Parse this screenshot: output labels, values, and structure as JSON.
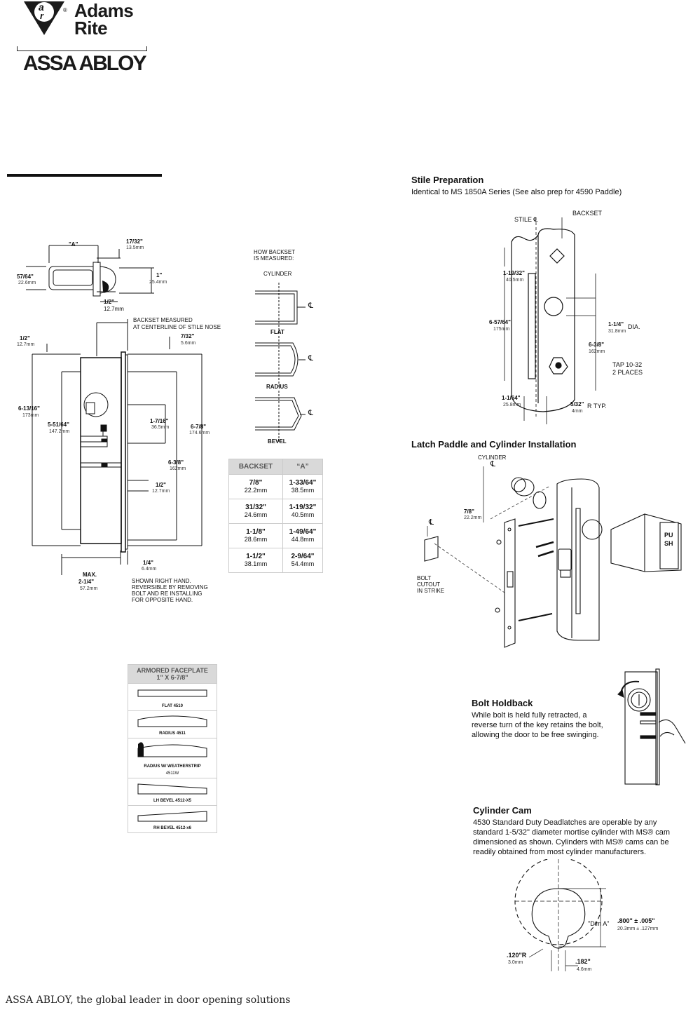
{
  "header": {
    "brand_line1": "Adams",
    "brand_line2": "Rite",
    "registered": "®",
    "company": "ASSA ABLOY",
    "mark_top": "a",
    "mark_bottom": "r"
  },
  "dimensions": {
    "a_label": "\"A\"",
    "top_17_32": "17/32\"",
    "top_13_5": "13.5mm",
    "left_57_64": "57/64\"",
    "left_22_6": "22.6mm",
    "one_in": "1\"",
    "one_mm": "25.4mm",
    "half_in": "1/2\"",
    "half_mm": "12.7mm",
    "backset_note1": "BACKSET MEASURED",
    "backset_note2": "AT CENTERLINE OF STILE NOSE",
    "d7_32": "7/32\"",
    "d7_32mm": "5.6mm",
    "d1_2": "1/2\"",
    "d1_2mm": "12.7mm",
    "d6_13_16": "6-13/16\"",
    "d6_13_16mm": "173mm",
    "d5_51_64": "5-51/64\"",
    "d5_51_64mm": "147.2mm",
    "d1_7_16": "1-7/16\"",
    "d1_7_16mm": "36.5mm",
    "d6_7_8": "6-7/8\"",
    "d6_7_8mm": "174.6mm",
    "d6_3_8": "6-3/8\"",
    "d6_3_8mm": "162mm",
    "d1_2b": "1/2\"",
    "d1_2bmm": "12.7mm",
    "d1_4": "1/4\"",
    "d1_4mm": "6.4mm",
    "max": "MAX.",
    "d2_1_4": "2-1/4\"",
    "d2_1_4mm": "57.2mm",
    "hand1": "SHOWN RIGHT HAND.",
    "hand2": "REVERSIBLE BY REMOVING",
    "hand3": "BOLT AND RE INSTALLING",
    "hand4": "FOR OPPOSITE HAND."
  },
  "how_backset": {
    "title1": "HOW BACKSET",
    "title2": "IS MEASURED:",
    "cylinder": "CYLINDER",
    "cl": "℄",
    "flat": "FLAT",
    "radius": "RADIUS",
    "bevel": "BEVEL"
  },
  "backset_table": {
    "headers": [
      "BACKSET",
      "“A”"
    ],
    "rows": [
      {
        "b": "7/8\"",
        "bmm": "22.2mm",
        "a": "1-33/64\"",
        "amm": "38.5mm"
      },
      {
        "b": "31/32\"",
        "bmm": "24.6mm",
        "a": "1-19/32\"",
        "amm": "40.5mm"
      },
      {
        "b": "1-1/8\"",
        "bmm": "28.6mm",
        "a": "1-49/64\"",
        "amm": "44.8mm"
      },
      {
        "b": "1-1/2\"",
        "bmm": "38.1mm",
        "a": "2-9/64\"",
        "amm": "54.4mm"
      }
    ]
  },
  "faceplate": {
    "title1": "ARMORED FACEPLATE",
    "title2": "1\" X 6-7/8\"",
    "items": [
      "FLAT 4510",
      "RADIUS 4511",
      "RADIUS W/ WEATHERSTRIP",
      "LH BEVEL 4512-X5",
      "RH BEVEL 4512-x6"
    ],
    "item3_sub": "4511W"
  },
  "stile": {
    "title": "Stile Preparation",
    "subtitle": "Identical to MS 1850A Series (See also prep for 4590 Paddle)",
    "stile_cl": "STILE ℄",
    "backset": "BACKSET",
    "d1_19_32": "1-19/32\"",
    "d1_19_32mm": "40.5mm",
    "d6_57_64": "6-57/64\"",
    "d6_57_64mm": "175mm",
    "d1_1_4": "1-1/4\"",
    "d1_1_4mm": "31.8mm",
    "dia": "DIA.",
    "d6_3_8": "6-3/8\"",
    "d6_3_8mm": "162mm",
    "tap1": "TAP 10-32",
    "tap2": "2 PLACES",
    "d1_1_64": "1-1/64\"",
    "d1_1_64mm": "25.8mm",
    "d5_32": "5/32\"",
    "d5_32mm": "4mm",
    "rtyp": "R TYP."
  },
  "paddle": {
    "title": "Latch Paddle and Cylinder Installation",
    "cylinder": "CYLINDER",
    "cl": "℄",
    "d7_8": "7/8\"",
    "d7_8mm": "22.2mm",
    "bolt1": "BOLT",
    "bolt2": "CUTOUT",
    "bolt3": "IN STRIKE",
    "push": "PUSH"
  },
  "holdback": {
    "title": "Bolt Holdback",
    "line1": "While bolt is held fully retracted, a",
    "line2": "reverse turn of the key retains the bolt,",
    "line3": "allowing the door to be free swinging."
  },
  "cam": {
    "title": "Cylinder Cam",
    "line1": "4530 Standard Duty Deadlatches are operable by any",
    "line2": "standard 1-5/32\" diameter mortise cylinder with MS® cam",
    "line3": "dimensioned as shown. Cylinders with MS® cams can be",
    "line4": "readily obtained from most cylinder manufacturers.",
    "dim_a": "\"Dim A\"",
    "d800": ".800\" ± .005\"",
    "d800mm": "20.3mm ± .127mm",
    "d120": ".120\"R",
    "d120mm": "3.0mm",
    "d182": ".182\"",
    "d182mm": "4.6mm"
  },
  "footer": {
    "tagline": "ASSA ABLOY, the global leader in door opening solutions"
  }
}
